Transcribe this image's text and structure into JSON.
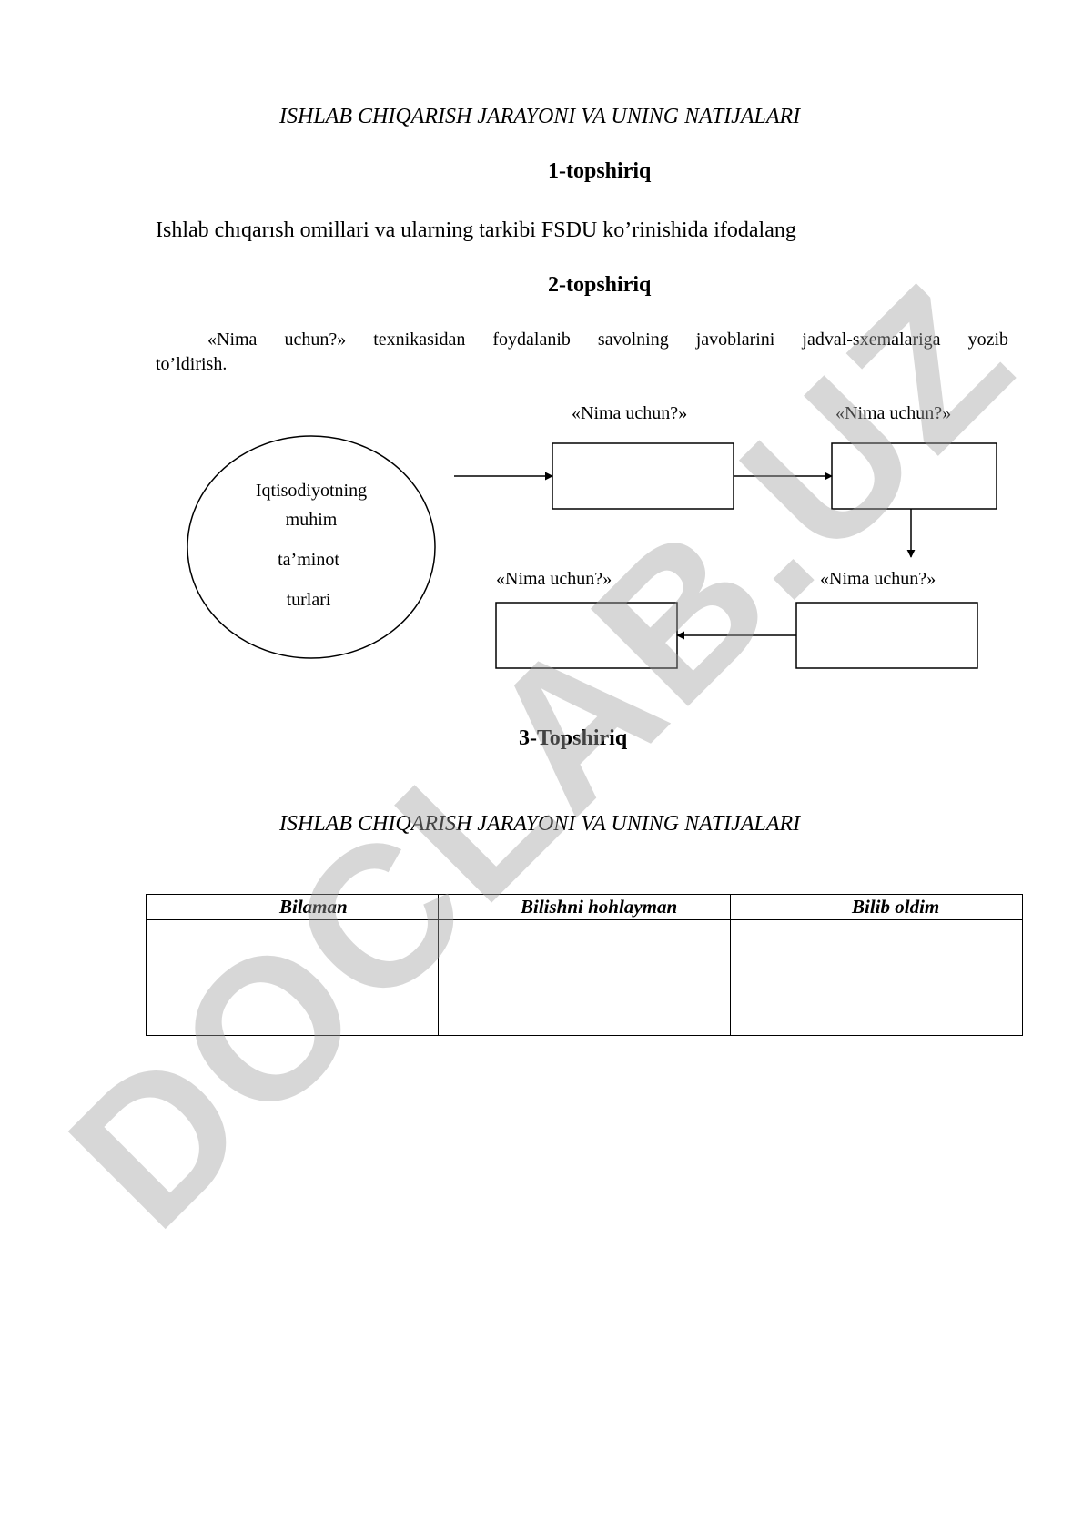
{
  "header": {
    "title": "ISHLAB CHIQARISH JARAYONI VA UNING NATIJALARI"
  },
  "task1": {
    "heading": "1-topshiriq",
    "instruction": "Ishlab chıqarısh omillari va ularning tarkibi  FSDU ko’rinishida ifodalang"
  },
  "task2": {
    "heading": "2-topshiriq",
    "paragraph_line1": "«Nima uchun?» texnikasidan foydalanib savolning javoblarini jadval-sxemalariga yozib",
    "paragraph_line2": "to’ldirish.",
    "circle_lines": [
      "Iqtisodiyotning",
      "muhim",
      "ta’minot",
      "turlari"
    ],
    "box_labels": [
      "«Nima uchun?»",
      "«Nima uchun?»",
      "«Nima uchun?»",
      "«Nima uchun?»"
    ]
  },
  "task3": {
    "heading": "3-Topshiriq",
    "title": "ISHLAB CHIQARISH JARAYONI VA UNING NATIJALARI",
    "table_headers": [
      "Bilaman",
      "Bilishni hohlayman",
      "Bilib oldim"
    ]
  },
  "watermark": {
    "text": "DOCLAB.UZ",
    "color": "#a0a0a0"
  }
}
